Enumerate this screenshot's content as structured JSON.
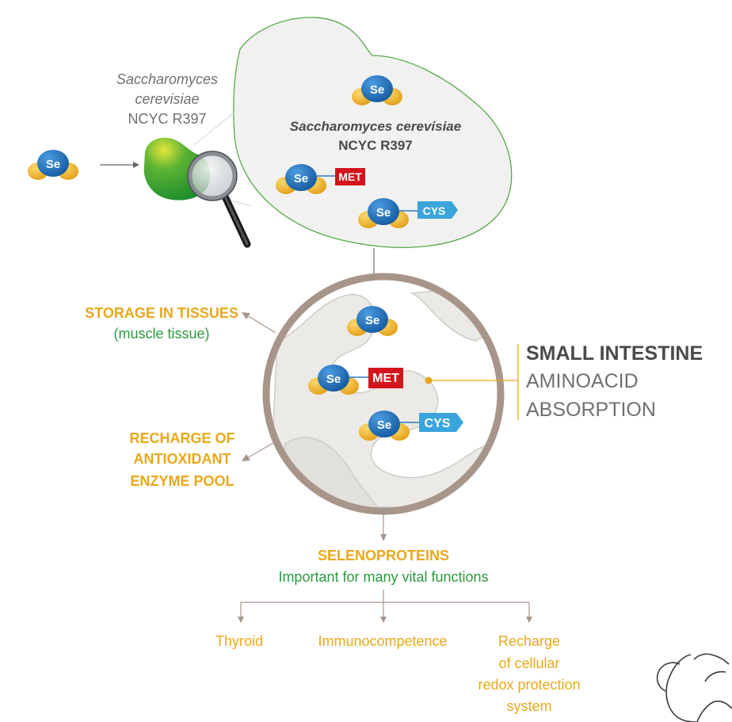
{
  "yeast_label": {
    "line1": "Saccharomyces",
    "line2": "cerevisiae",
    "line3": "NCYC R397"
  },
  "cell_title": {
    "name": "Saccharomyces cerevisiae",
    "strain": "NCYC R397"
  },
  "molecule": {
    "symbol": "Se"
  },
  "tags": {
    "met": "MET",
    "cys": "CYS"
  },
  "intestine": {
    "title": "SMALL INTESTINE",
    "line1": "AMINOACID",
    "line2": "ABSORPTION"
  },
  "storage": {
    "title": "STORAGE IN TISSUES",
    "subtitle": "(muscle tissue)"
  },
  "recharge": {
    "line1": "RECHARGE OF",
    "line2": "ANTIOXIDANT",
    "line3": "ENZYME POOL"
  },
  "selenoproteins": {
    "title": "SELENOPROTEINS",
    "subtitle": "Important for many vital functions"
  },
  "functions": {
    "thyroid": "Thyroid",
    "immuno": "Immunocompetence",
    "redox": {
      "line1": "Recharge",
      "line2": "of cellular",
      "line3": "redox protection",
      "line4": "system"
    }
  },
  "colors": {
    "se_blue": "#1f6fb8",
    "yellow": "#f0b429",
    "met_red": "#d3141c",
    "cys_blue": "#3aa4dc",
    "ring_brown": "#a8958a",
    "orange_text": "#e9a81c",
    "green_text": "#2b9a3f"
  },
  "icons": [
    "magnifier-icon",
    "yeast-cell-icon",
    "pet-silhouette-icon"
  ]
}
